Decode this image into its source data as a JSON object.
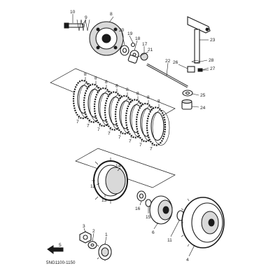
{
  "diagram": {
    "part_code": "5NG1100-1150",
    "callouts": {
      "c1": "1",
      "c2": "2",
      "c3": "3",
      "c4": "4",
      "c5": "5",
      "c6": "6",
      "c7": "7",
      "c8": "8",
      "c9": "9",
      "c10": "10",
      "c11": "11",
      "c12": "12",
      "c13": "13",
      "c14": "14",
      "c15": "15",
      "c16": "16",
      "c17": "17",
      "c18": "18",
      "c19": "19",
      "c20": "20",
      "c21": "21",
      "c22": "22",
      "c23": "23",
      "c24": "24",
      "c25": "25",
      "c26": "26",
      "c27": "27",
      "c28": "28"
    },
    "repeated_labels": {
      "plate_friction": "7",
      "plate_clutch": "8"
    }
  }
}
